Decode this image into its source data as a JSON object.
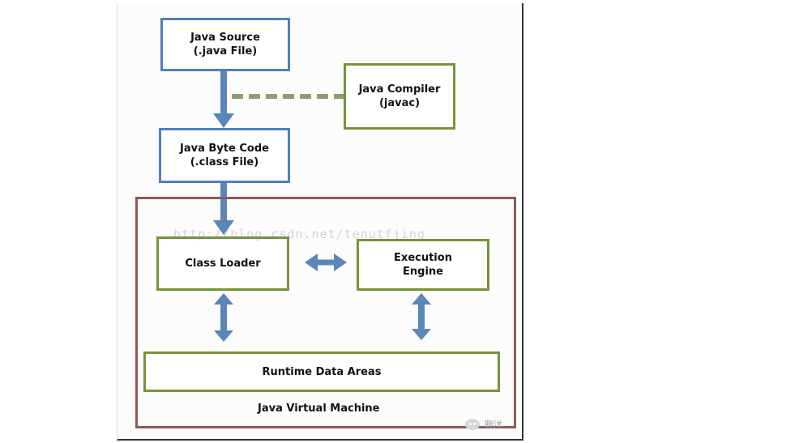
{
  "diagram": {
    "nodes": {
      "java_source": "Java Source\n(.java File)",
      "java_compiler": "Java Compiler\n(javac)",
      "java_byte_code": "Java Byte Code\n(.class File)",
      "class_loader": "Class Loader",
      "execution_engine": "Execution\nEngine",
      "runtime_data_areas": "Runtime Data Areas"
    },
    "container_label": "Java Virtual Machine"
  },
  "watermark": "http://blog.csdn.net/tenutfjing",
  "brand": "聊洋",
  "colors": {
    "blue_border": "#4f81bd",
    "green_border": "#77933c",
    "arrow_blue": "#5b86b8",
    "compiler_link": "#8e9e74",
    "jvm_border": "#8b5a5a"
  }
}
